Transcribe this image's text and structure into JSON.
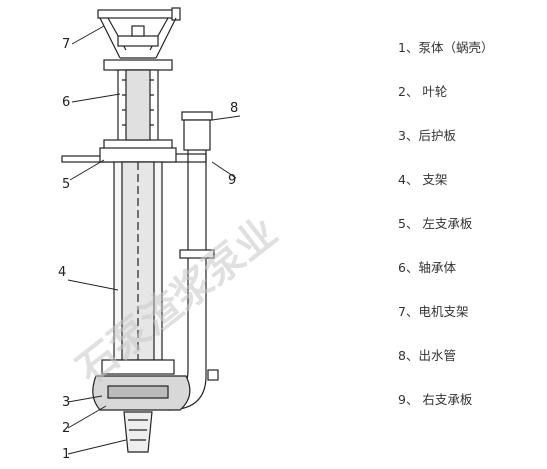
{
  "drawing": {
    "callouts": [
      "7",
      "6",
      "5",
      "4",
      "3",
      "2",
      "1",
      "8",
      "9"
    ],
    "watermark": "石泵渣浆泵业"
  },
  "parts_list": {
    "items": [
      "1、泵体（蜗壳）",
      "2、 叶轮",
      "3、后护板",
      "4、 支架",
      "5、 左支承板",
      "6、轴承体",
      "7、电机支架",
      "8、出水管",
      "9、 右支承板"
    ]
  }
}
